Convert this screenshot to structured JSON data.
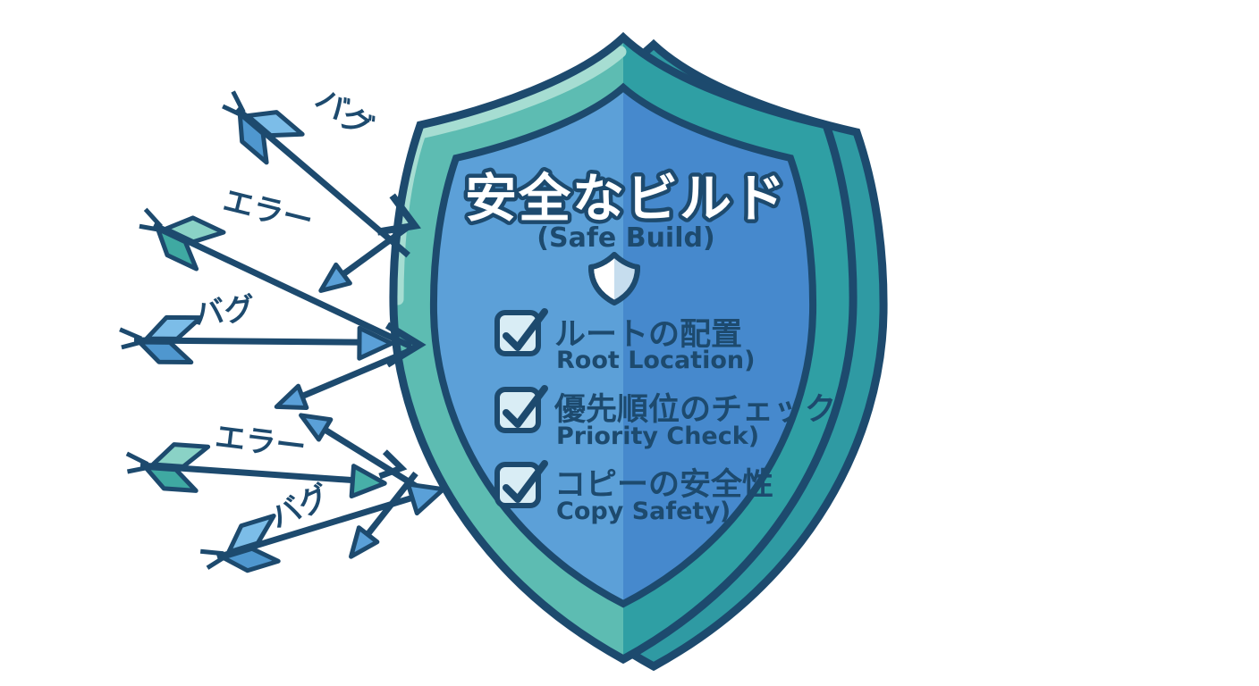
{
  "shield": {
    "title_jp": "安全なビルド",
    "title_en": "(Safe Build)",
    "checklist": [
      {
        "jp": "ルートの配置",
        "en": "Root Location)"
      },
      {
        "jp": "優先順位のチェック",
        "en": "Priority Check)"
      },
      {
        "jp": "コピーの安全性",
        "en": "Copy Safety)"
      }
    ]
  },
  "threat_arrows": [
    {
      "label": "バグ",
      "fletch_color": "blue"
    },
    {
      "label": "エラー",
      "fletch_color": "teal"
    },
    {
      "label": "バグ",
      "fletch_color": "blue"
    },
    {
      "label": "エラー",
      "fletch_color": "teal"
    },
    {
      "label": "バグ",
      "fletch_color": "blue"
    }
  ],
  "icons": {
    "mini_shield": "shield-icon",
    "checkbox": "checked-checkbox-icon"
  },
  "colors": {
    "outline_navy": "#1d4a6e",
    "shield_teal_left": "#5dbcb2",
    "shield_teal_right": "#2f9fa4",
    "shield_teal_highlight": "#a6ddd2",
    "shield_blue_left": "#5ca0d8",
    "shield_blue_right": "#4689cd",
    "checkbox_fill": "#d9edf5",
    "arrow_blue": "#5aa0d8",
    "arrow_teal": "#47b0a8",
    "title_white": "#ffffff",
    "background": "#ffffff"
  }
}
